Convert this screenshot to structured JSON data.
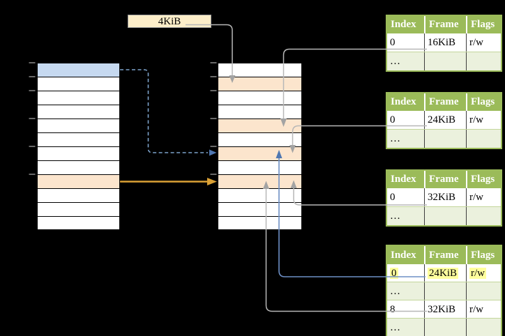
{
  "colors": {
    "header_green": "#9bbb59",
    "row_green": "#ebf1dd",
    "cell_orange": "#fce5cd",
    "cell_blue": "#c6d9f0",
    "box_cream": "#fdeec9",
    "highlight_yellow": "#ffff9d",
    "arrow_gray": "#b7b7b7",
    "arrow_gray_head": "#a3a3a3",
    "arrow_blue": "#6d8fc5",
    "arrow_blue_head": "#4f77b1",
    "arrow_dashed_blue": "#7ca2ca",
    "arrow_gold": "#dba135"
  },
  "size_box": {
    "label": "4KiB"
  },
  "memory_columns": {
    "left": {
      "rows": [
        "blue",
        "white",
        "white",
        "white",
        "white",
        "white",
        "white",
        "white",
        "orange",
        "white",
        "white",
        "white"
      ]
    },
    "middle": {
      "rows": [
        "white",
        "orange",
        "white",
        "white",
        "orange",
        "white",
        "orange",
        "white",
        "orange",
        "white",
        "white",
        "white"
      ]
    }
  },
  "page_tables": [
    {
      "headers": [
        "Index",
        "Frame",
        "Flags"
      ],
      "rows": [
        {
          "cells": [
            "0",
            "16KiB",
            "r/w"
          ],
          "variant": "white"
        },
        {
          "cells": [
            "…",
            "",
            ""
          ],
          "variant": "green"
        }
      ]
    },
    {
      "headers": [
        "Index",
        "Frame",
        "Flags"
      ],
      "rows": [
        {
          "cells": [
            "0",
            "24KiB",
            "r/w"
          ],
          "variant": "white"
        },
        {
          "cells": [
            "…",
            "",
            ""
          ],
          "variant": "green"
        }
      ]
    },
    {
      "headers": [
        "Index",
        "Frame",
        "Flags"
      ],
      "rows": [
        {
          "cells": [
            "0",
            "32KiB",
            "r/w"
          ],
          "variant": "white"
        },
        {
          "cells": [
            "…",
            "",
            ""
          ],
          "variant": "green"
        }
      ]
    },
    {
      "headers": [
        "Index",
        "Frame",
        "Flags"
      ],
      "rows": [
        {
          "cells": [
            "0",
            "24KiB",
            "r/w"
          ],
          "variant": "white",
          "highlighted": true
        },
        {
          "cells": [
            "…",
            "",
            ""
          ],
          "variant": "green"
        },
        {
          "cells": [
            "8",
            "32KiB",
            "r/w"
          ],
          "variant": "white"
        },
        {
          "cells": [
            "…",
            "",
            ""
          ],
          "variant": "green"
        }
      ]
    }
  ]
}
